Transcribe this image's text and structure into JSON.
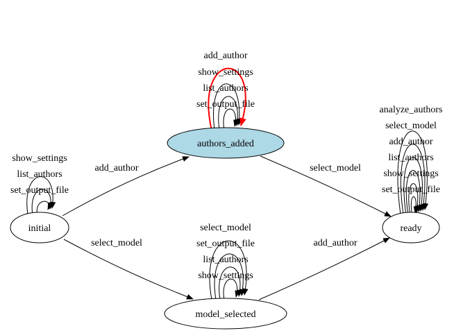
{
  "diagram": {
    "nodes": {
      "initial": {
        "label": "initial"
      },
      "authors_added": {
        "label": "authors_added",
        "fill": "#add8e6"
      },
      "model_selected": {
        "label": "model_selected"
      },
      "ready": {
        "label": "ready"
      }
    },
    "edges": {
      "initial_to_authors_added": "add_author",
      "initial_to_model_selected": "select_model",
      "authors_added_to_ready": "select_model",
      "model_selected_to_ready": "add_author"
    },
    "self_loops": {
      "initial": [
        "show_settings",
        "list_authors",
        "set_output_file"
      ],
      "authors_added": [
        "add_author",
        "show_settings",
        "list_authors",
        "set_output_file"
      ],
      "model_selected": [
        "select_model",
        "set_output_file",
        "list_authors",
        "show_settings"
      ],
      "ready": [
        "analyze_authors",
        "select_model",
        "add_author",
        "list_authors",
        "show_settings",
        "set_output_file"
      ]
    },
    "highlight_color": "#ff0000"
  }
}
